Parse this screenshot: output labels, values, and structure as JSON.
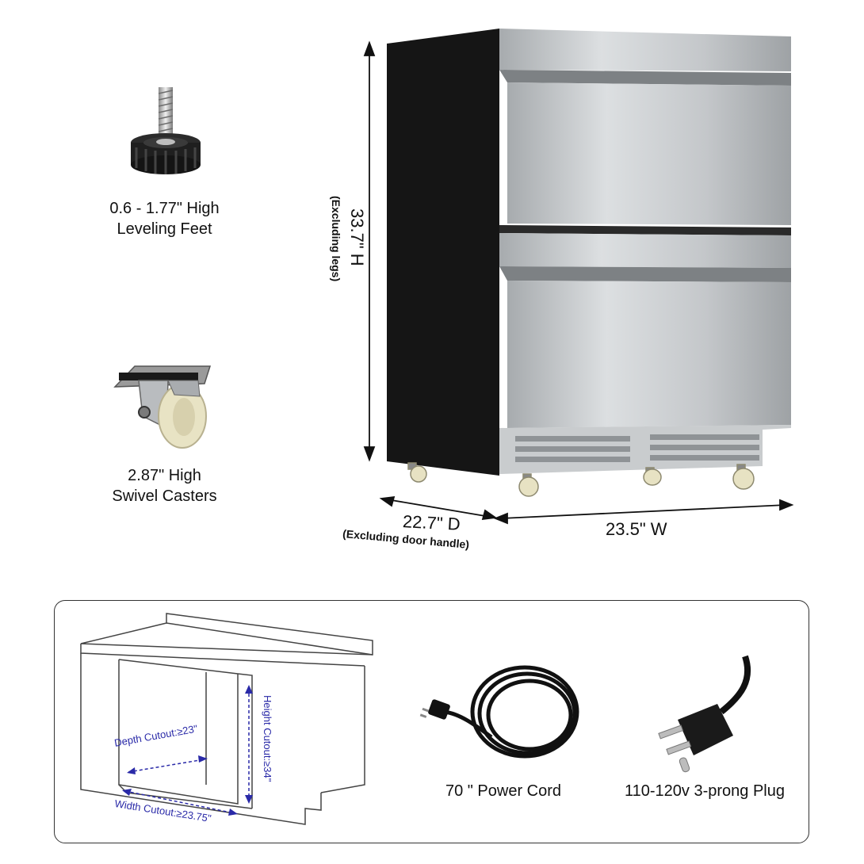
{
  "features": {
    "leveling_feet": {
      "line1": "0.6 - 1.77\" High",
      "line2": "Leveling Feet",
      "icon": "leveling-foot-icon"
    },
    "swivel_casters": {
      "line1": "2.87\" High",
      "line2": "Swivel Casters",
      "icon": "caster-wheel-icon"
    }
  },
  "dimensions": {
    "height": "33.7\" H",
    "height_note": "(Excluding legs)",
    "depth": "22.7\" D",
    "depth_note": "(Excluding door handle)",
    "width": "23.5\" W"
  },
  "cutout": {
    "depth": "Depth Cutout:≥23\"",
    "height": "Height Cutout:≥34\"",
    "width": "Width Cutout:≥23.75\""
  },
  "accessories": {
    "power_cord": "70 \" Power Cord",
    "plug": "110-120v 3-prong Plug"
  },
  "colors": {
    "steel_light": "#d6d8da",
    "steel_dark": "#8f9396",
    "cabinet_black": "#1a1a1a",
    "cutout_blue": "#2a2aa8"
  }
}
